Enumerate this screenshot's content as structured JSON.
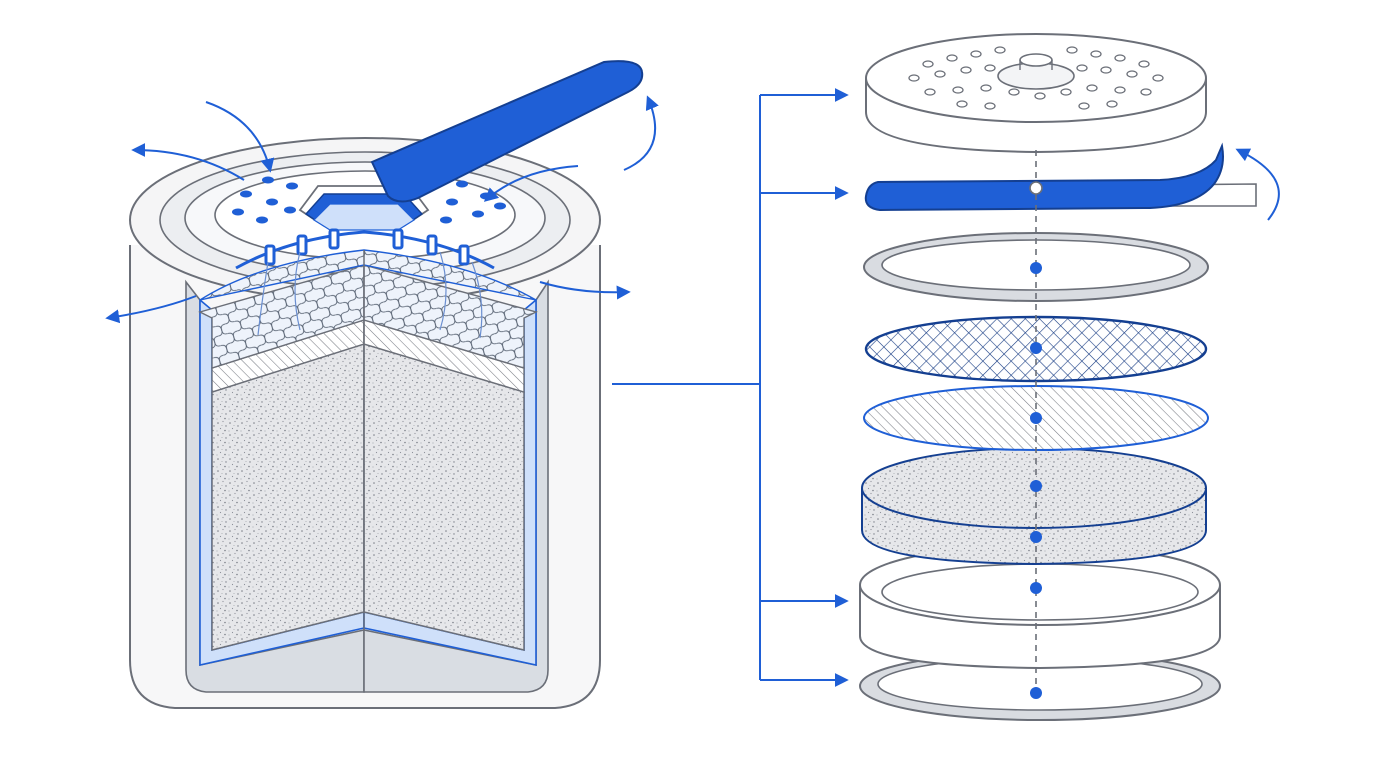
{
  "diagram": {
    "layers": [
      {
        "id": "lid",
        "name": "perforated-lid"
      },
      {
        "id": "tab",
        "name": "pull-tab-seal"
      },
      {
        "id": "gasket-top",
        "name": "top-gasket-ring"
      },
      {
        "id": "mesh",
        "name": "crosshatch-mesh-disc"
      },
      {
        "id": "diag",
        "name": "diagonal-hatch-disc"
      },
      {
        "id": "media",
        "name": "granular-media-cylinder"
      },
      {
        "id": "housing-ring",
        "name": "housing-base-ring"
      },
      {
        "id": "gasket-bottom",
        "name": "bottom-gasket-ring"
      }
    ]
  },
  "colors": {
    "accent": "#1f5fd6",
    "accent_dark": "#143f91",
    "accent_light": "#cfe0fa",
    "outline": "#6b6f78",
    "light_gray": "#e8e9ec",
    "media_fill": "#e6e7ea"
  }
}
